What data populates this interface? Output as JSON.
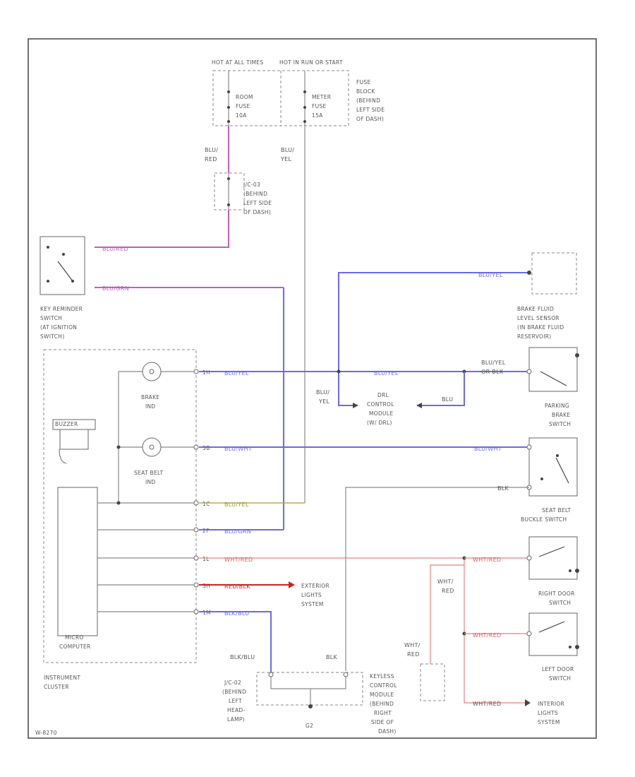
{
  "fuse_block": {
    "hot_at_all_times": "HOT AT ALL TIMES",
    "hot_in_run_or_start": "HOT IN RUN OR START",
    "room_fuse": [
      "ROOM",
      "FUSE",
      "10A"
    ],
    "meter_fuse": [
      "METER",
      "FUSE",
      "15A"
    ],
    "location": [
      "FUSE",
      "BLOCK",
      "(BEHIND",
      "LEFT SIDE",
      "OF DASH)"
    ]
  },
  "junction": {
    "label": [
      "J/C-03",
      "(BEHIND",
      "LEFT SIDE",
      "OF DASH)"
    ]
  },
  "wires": {
    "blu_red_top": [
      "BLU/",
      "RED"
    ],
    "blu_yel_top": [
      "BLU/",
      "YEL"
    ],
    "blu_red": "BLU/RED",
    "blu_grn": "BLU/GRN",
    "blu_yel_right": "BLU/YEL",
    "blu_yel_brake": [
      "BLU/YEL",
      "OR BLK"
    ],
    "blu_yel_center": "BLU/YEL",
    "blu_yel_left": [
      "BLU/",
      "YEL"
    ],
    "blu_short": "BLU",
    "blu_wht": "BLU/WHT",
    "blu_wht_right": "BLU/WHT",
    "blk": "BLK",
    "blu_yel_cluster": "BLU/YEL",
    "blu_grn_cluster": "BLU/GRN",
    "wht_red": "WHT/RED",
    "red_blk": "RED/BLK",
    "blk_blu_cluster": "BLK/BLU",
    "blk_blu_bottom": "BLK/BLU",
    "blk_bottom": "BLK",
    "wht_red_door1": "WHT/RED",
    "wht_red_vertical": [
      "WHT/",
      "RED"
    ],
    "wht_red_door2": "WHT/RED",
    "wht_red_keyless": [
      "WHT/",
      "RED"
    ],
    "wht_red_interior": "WHT/RED"
  },
  "pins": {
    "p1": "1H",
    "p2": "3B",
    "p3": "1C",
    "p4": "2F",
    "p5": "1L",
    "p6": "3H",
    "p7": "1M"
  },
  "components": {
    "key_reminder": [
      "KEY REMINDER",
      "SWITCH",
      "(AT IGNITION",
      "SWITCH)"
    ],
    "brake_fluid": [
      "BRAKE FLUID",
      "LEVEL SENSOR",
      "(IN BRAKE FLUID",
      "RESERVOIR)"
    ],
    "brake_ind": [
      "BRAKE",
      "IND"
    ],
    "seat_belt_ind": [
      "SEAT BELT",
      "IND"
    ],
    "buzzer": "BUZZER",
    "micro_computer": [
      "MICRO",
      "COMPUTER"
    ],
    "instrument_cluster": [
      "INSTRUMENT",
      "CLUSTER"
    ],
    "drl_module": [
      "DRL",
      "CONTROL",
      "MODULE",
      "(W/ DRL)"
    ],
    "parking_brake": [
      "PARKING",
      "BRAKE",
      "SWITCH"
    ],
    "seat_belt_buckle": [
      "SEAT BELT",
      "BUCKLE SWITCH"
    ],
    "right_door": [
      "RIGHT DOOR",
      "SWITCH"
    ],
    "left_door": [
      "LEFT DOOR",
      "SWITCH"
    ],
    "exterior_lights": [
      "EXTERIOR",
      "LIGHTS",
      "SYSTEM"
    ],
    "interior_lights": [
      "INTERIOR",
      "LIGHTS",
      "SYSTEM"
    ],
    "jc_bottom": [
      "J/C-02",
      "(BEHIND",
      "LEFT",
      "HEAD-",
      "LAMP)"
    ],
    "ground": "G2",
    "keyless": [
      "KEYLESS",
      "CONTROL",
      "MODULE",
      "(BEHIND",
      "RIGHT",
      "SIDE OF",
      "DASH)"
    ]
  },
  "footer": {
    "code": "W-8270"
  }
}
